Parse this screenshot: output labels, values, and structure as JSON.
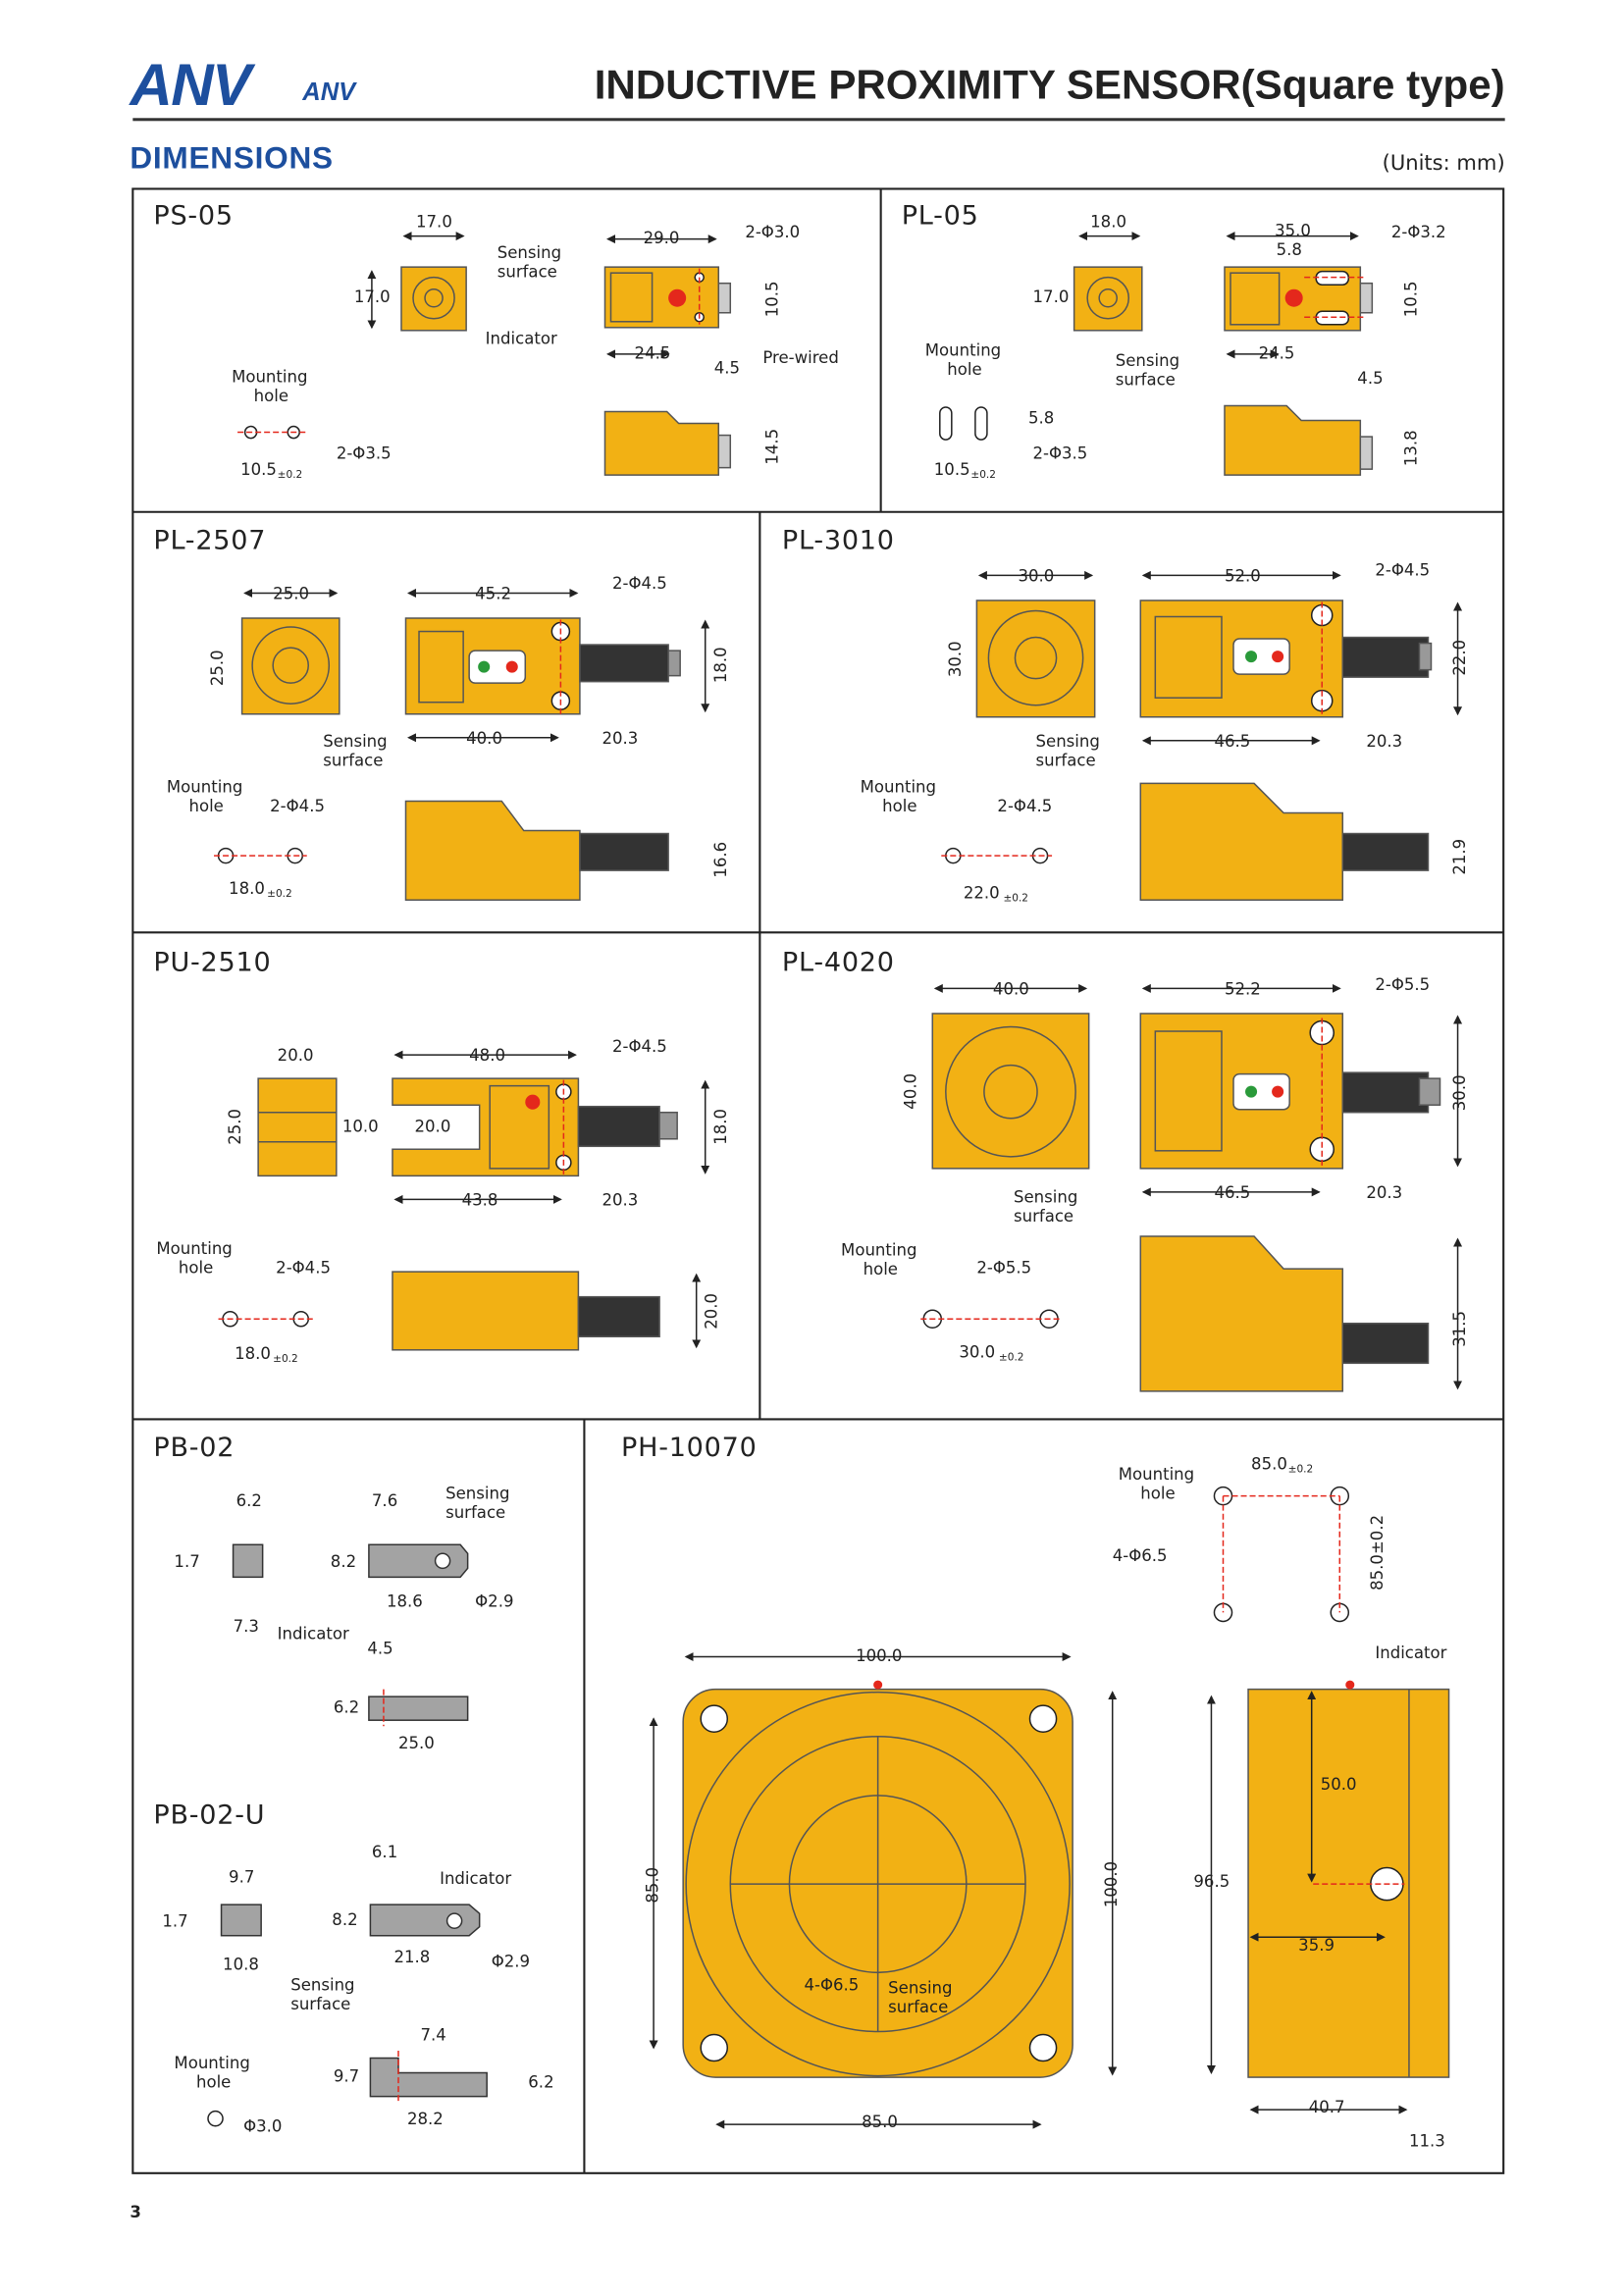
{
  "header": {
    "logo": "ANV",
    "logo_small": "ANV",
    "title": "INDUCTIVE PROXIMITY SENSOR(Square type)",
    "section": "DIMENSIONS",
    "units": "(Units: mm)"
  },
  "page_number": "3",
  "colors": {
    "brand": "#1d4f9e",
    "body": "#f2b114",
    "indicator": "#e4281c",
    "gray_body": "#a3a3a3"
  },
  "panels": {
    "ps05": {
      "title": "PS-05",
      "labels": [
        "17.0",
        "17.0",
        "Sensing",
        "surface",
        "29.0",
        "2-Φ3.0",
        "10.5",
        "Indicator",
        "24.5",
        "Pre-wired",
        "4.5",
        "14.5",
        "Mounting",
        "hole",
        "2-Φ3.5",
        "10.5",
        "±0.2"
      ]
    },
    "pl05": {
      "title": "PL-05",
      "labels": [
        "18.0",
        "17.0",
        "35.0",
        "5.8",
        "2-Φ3.2",
        "10.5",
        "24.5",
        "Mounting",
        "hole",
        "Sensing",
        "surface",
        "4.5",
        "5.8",
        "2-Φ3.5",
        "10.5",
        "±0.2",
        "13.8"
      ]
    },
    "pl2507": {
      "title": "PL-2507",
      "labels": [
        "25.0",
        "25.0",
        "45.2",
        "2-Φ4.5",
        "18.0",
        "40.0",
        "20.3",
        "Sensing",
        "surface",
        "Mounting",
        "hole",
        "2-Φ4.5",
        "18.0",
        "±0.2",
        "16.6"
      ]
    },
    "pl3010": {
      "title": "PL-3010",
      "labels": [
        "30.0",
        "30.0",
        "52.0",
        "2-Φ4.5",
        "22.0",
        "46.5",
        "20.3",
        "Sensing",
        "surface",
        "Mounting",
        "hole",
        "2-Φ4.5",
        "22.0",
        "±0.2",
        "21.9"
      ]
    },
    "pu2510": {
      "title": "PU-2510",
      "labels": [
        "20.0",
        "25.0",
        "10.0",
        "48.0",
        "2-Φ4.5",
        "20.0",
        "18.0",
        "43.8",
        "20.3",
        "Mounting",
        "hole",
        "2-Φ4.5",
        "18.0",
        "±0.2",
        "20.0"
      ]
    },
    "pl4020": {
      "title": "PL-4020",
      "labels": [
        "40.0",
        "40.0",
        "52.2",
        "2-Φ5.5",
        "30.0",
        "46.5",
        "20.3",
        "Sensing",
        "surface",
        "Mounting",
        "hole",
        "2-Φ5.5",
        "30.0",
        "±0.2",
        "31.5"
      ]
    },
    "pb02": {
      "title": "PB-02",
      "labels": [
        "6.2",
        "1.7",
        "7.3",
        "Indicator",
        "7.6",
        "Sensing",
        "surface",
        "8.2",
        "18.6",
        "Φ2.9",
        "4.5",
        "6.2",
        "25.0"
      ]
    },
    "pb02u": {
      "title": "PB-02-U",
      "labels": [
        "9.7",
        "1.7",
        "10.8",
        "Sensing",
        "surface",
        "6.1",
        "Indicator",
        "8.2",
        "21.8",
        "Φ2.9",
        "7.4",
        "9.7",
        "6.2",
        "28.2",
        "Mounting",
        "hole",
        "Φ3.0"
      ]
    },
    "ph10070": {
      "title": "PH-10070",
      "labels": [
        "Mounting",
        "hole",
        "85.0",
        "±0.2",
        "85.0±0.2",
        "4-Φ6.5",
        "Indicator",
        "100.0",
        "85.0",
        "100.0",
        "4-Φ6.5",
        "Sensing",
        "surface",
        "85.0",
        "96.5",
        "50.0",
        "35.9",
        "40.7",
        "11.3"
      ]
    }
  }
}
